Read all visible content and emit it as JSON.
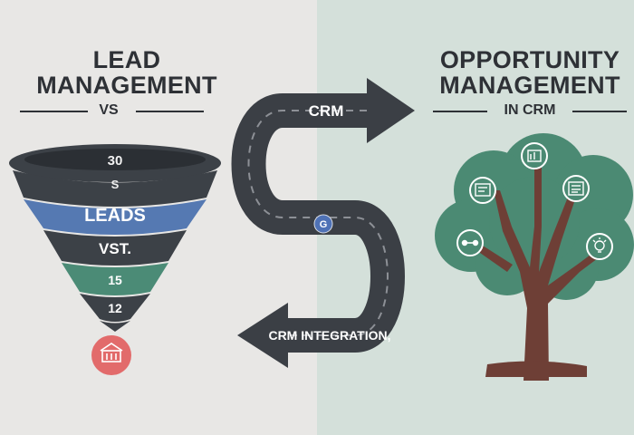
{
  "left": {
    "title_line1": "LEAD",
    "title_line2": "MANAGEMENT",
    "subtitle": "VS"
  },
  "right": {
    "title_line1": "OPPORTUNITY",
    "title_line2": "MANAGEMENT",
    "subtitle": "IN CRM"
  },
  "funnel": {
    "levels": [
      "30",
      "S",
      "LEADS",
      "VST.",
      "15",
      "12"
    ]
  },
  "road": {
    "top_label": "CRM",
    "bottom_label": "CRM INTEGRATION,",
    "center_badge": "G"
  },
  "colors": {
    "funnel_dark": "#3c4147",
    "funnel_blue": "#5579b2",
    "funnel_green": "#4b8b76",
    "road": "#3b3f45",
    "tree_leaf": "#4b8a73",
    "tree_trunk": "#6e3f36",
    "badge_red": "#e26b6b"
  },
  "icons": [
    "analytics-icon",
    "dashboard-icon",
    "report-icon",
    "connect-icon",
    "ideas-icon",
    "building-icon"
  ]
}
